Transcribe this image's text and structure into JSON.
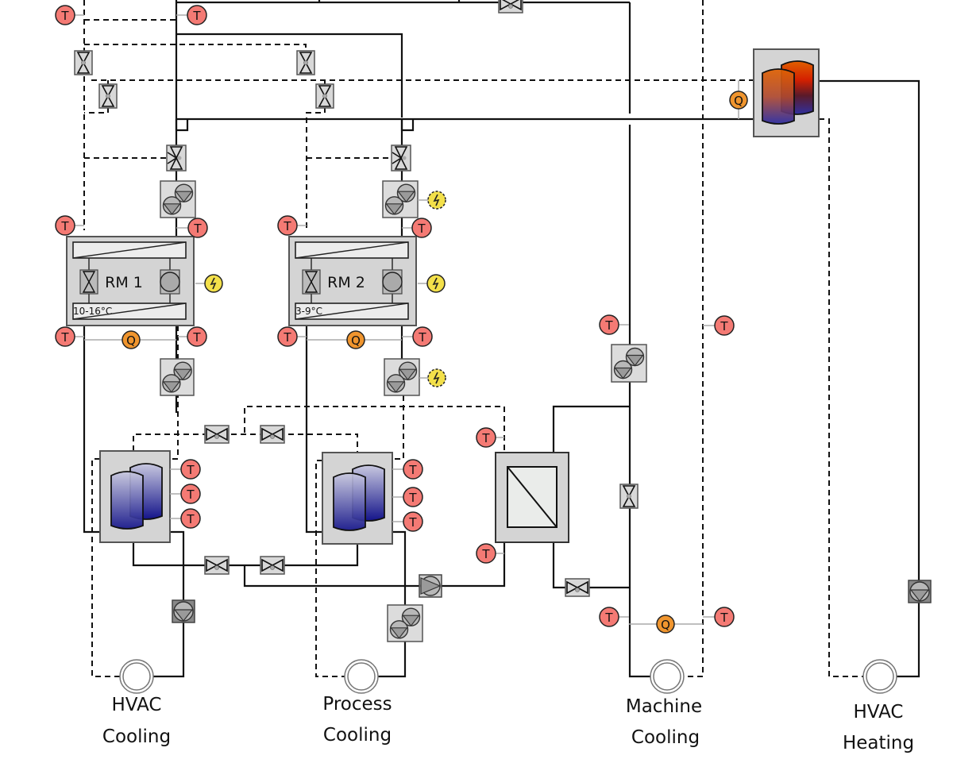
{
  "symbols": {
    "temperature_sensor": "T",
    "heat_meter": "Q",
    "electric_power": "ϟ"
  },
  "refrigeration_machines": [
    {
      "name": "RM 1",
      "temperature_range": "10-16°C"
    },
    {
      "name": "RM 2",
      "temperature_range": "3-9°C"
    }
  ],
  "consumers": [
    {
      "line1": "HVAC",
      "line2": "Cooling"
    },
    {
      "line1": "Process",
      "line2": "Cooling"
    },
    {
      "line1": "Machine",
      "line2": "Cooling"
    },
    {
      "line1": "HVAC",
      "line2": "Heating"
    }
  ],
  "colors": {
    "temperature_sensor": "#f47a74",
    "heat_meter": "#f0952e",
    "power": "#f3e04a",
    "equipment_fill": "#d4d4d4",
    "cold_tank": "#1c1c8c",
    "hot_tank": "#e04a00"
  }
}
